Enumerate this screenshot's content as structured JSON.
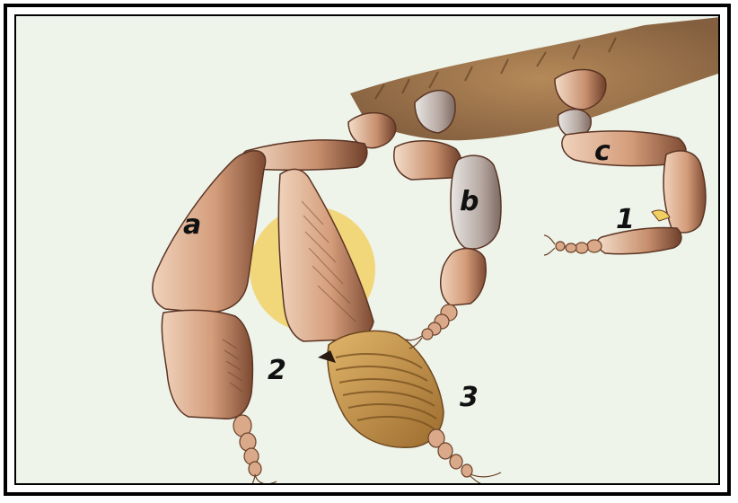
{
  "labels": {
    "a": "a",
    "b": "b",
    "c": "c",
    "n1": "1",
    "n2": "2",
    "n3": "3"
  },
  "colors": {
    "background": "#eef4ea",
    "frame": "#000000",
    "leg_light": "#e8c4a8",
    "leg_mid": "#c99270",
    "leg_dark": "#7a4a32",
    "pollen_halo": "#f2d066",
    "pollen_basket": "#c79a4a",
    "body_fur": "#9c6a3e"
  }
}
